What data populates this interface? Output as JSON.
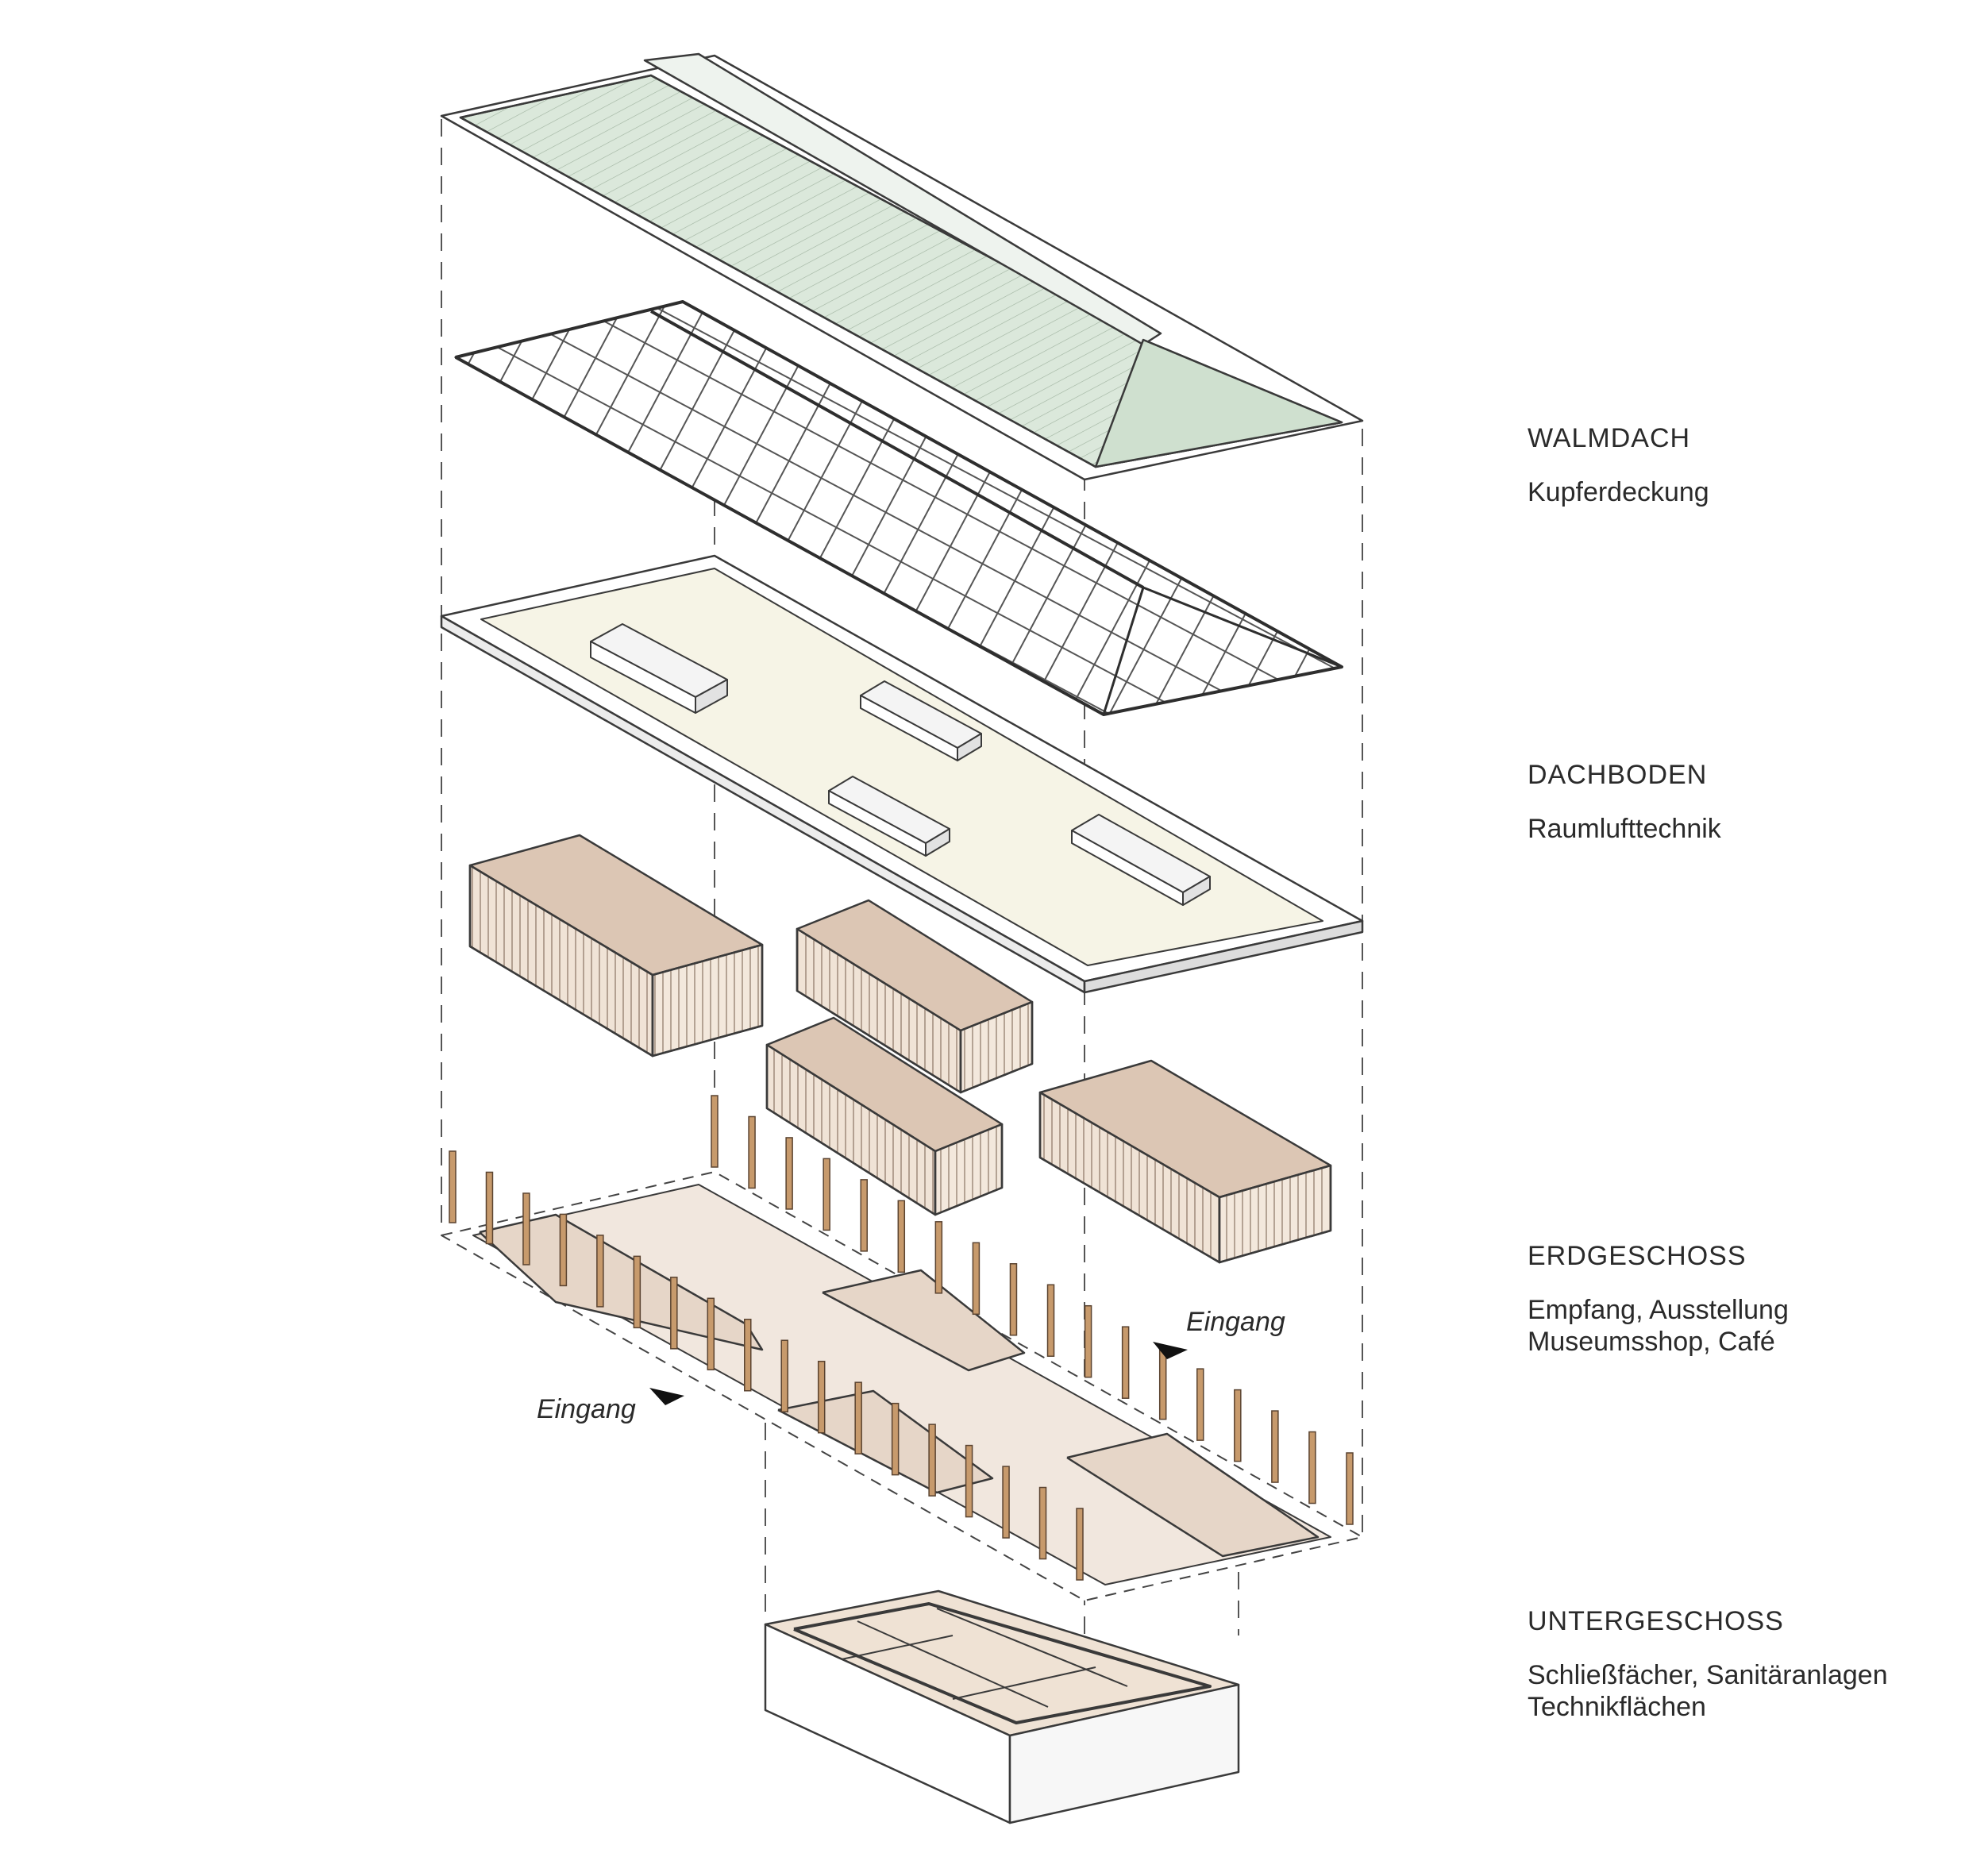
{
  "layers": [
    {
      "title": "WALMDACH",
      "description": "Kupferdeckung"
    },
    {
      "title": "DACHBODEN",
      "description": "Raumlufttechnik"
    },
    {
      "title": "ERDGESCHOSS",
      "description": "Empfang, Ausstellung\nMuseumsshop, Café"
    },
    {
      "title": "UNTERGESCHOSS",
      "description": "Schließfächer, Sanitäranlagen\nTechnikflächen"
    }
  ],
  "entrances": [
    "Eingang",
    "Eingang"
  ],
  "colors": {
    "copper_roof": "#dbe8db",
    "attic_floor": "#f6f4e6",
    "volume_top": "#dcc6b4",
    "volume_side": "#f0e3d6",
    "ground_floor": "#f1e7de",
    "column": "#c79a6c",
    "line": "#3a3a3a"
  }
}
